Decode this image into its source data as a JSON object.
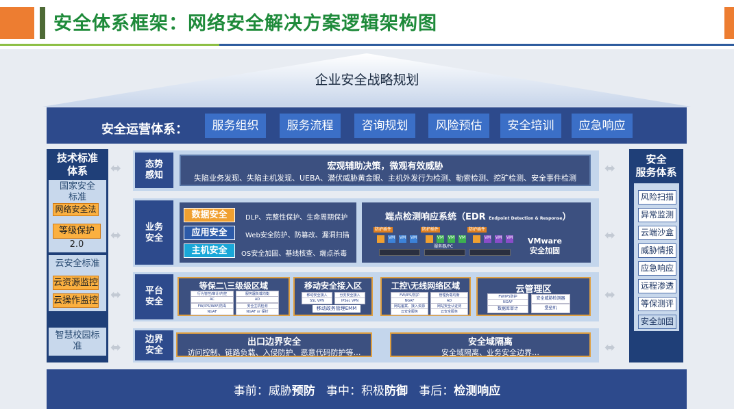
{
  "header": {
    "title": "安全体系框架：网络安全解决方案逻辑架构图",
    "colors": {
      "orange": "#ed7d31",
      "green": "#1e8a3a",
      "navy": "#2d4a8c"
    }
  },
  "roof": {
    "label": "企业安全战略规划"
  },
  "ops": {
    "label": "安全运营体系：",
    "items": [
      "服务组织",
      "服务流程",
      "咨询规划",
      "风险预估",
      "安全培训",
      "应急响应"
    ]
  },
  "left": {
    "title": "技术标准\n体系",
    "groups": [
      {
        "label": "国家安全\n标准",
        "badges": [
          "网络安全法",
          "等级保护2.0"
        ]
      },
      {
        "label": "云安全标准",
        "badges": [
          "云资源监控",
          "云操作监控"
        ]
      },
      {
        "label": "智慧校园标\n准",
        "badges": []
      }
    ]
  },
  "right": {
    "title": "安全\n服务体系",
    "items": [
      "风险扫描",
      "异常监测",
      "云端沙盒",
      "威胁情报",
      "应急响应",
      "远程渗透",
      "等保测评",
      "安全加固"
    ]
  },
  "rows": {
    "situation": {
      "label": "态势\n感知",
      "title": "宏观辅助决策，微观有效威胁",
      "desc": "失陷业务发现、失陷主机发现、UEBA、潜伏威胁黄金眼、主机外发行为检测、勒索检测、挖矿检测、安全事件检测"
    },
    "business": {
      "label": "业务\n安全",
      "tags": [
        {
          "name": "数据安全",
          "desc": "DLP、完整性保护、生命周期保护",
          "color": "#f0a030"
        },
        {
          "name": "应用安全",
          "desc": "Web安全防护、防篡改、漏洞扫描",
          "color": "#2c5aa8"
        },
        {
          "name": "主机安全",
          "desc": "OS安全加固、基线核查、端点杀毒",
          "color": "#1aa7d8"
        }
      ],
      "edr_title": "端点检测响应系统（EDR",
      "edr_sub": "Endpoint Detection & Response",
      "edr_close": "）",
      "shields": [
        "防护插件",
        "防护插件",
        "防护插件"
      ],
      "vm": "VM",
      "center": "服务器/PC",
      "vmware": "VMware\n安全加固"
    },
    "platform": {
      "label": "平台\n安全",
      "zones": [
        {
          "title": "等保二\\三级级区域",
          "cells": [
            "行为管控/审计/内控",
            "服务器负载均衡",
            "AC",
            "AD",
            "FW/IPS/WAF/防毒",
            "安全主机检测",
            "NGAF",
            "NGAF or 探针"
          ]
        },
        {
          "title": "移动安全接入区",
          "cells": [
            "移动安全接入",
            "分支安全接入",
            "SSL VPN",
            "IPSec VPN"
          ],
          "extra": "移动政务管理EMM"
        },
        {
          "title": "工控\\无线网络区域",
          "cells": [
            "FW/IPS/防护",
            "管理负载均衡",
            "NGAF",
            "AD",
            "网站备案、接入资源",
            "网站安全认证测",
            "云安全服务",
            "云安全服务"
          ]
        },
        {
          "title": "云管理区",
          "cells": [
            "FW/IPS防护",
            "NGAF",
            "安全威胁检测器",
            "数据库审计",
            "堡垒机"
          ]
        }
      ]
    },
    "boundary": {
      "label": "边界\n安全",
      "blocks": [
        {
          "title": "出口边界安全",
          "desc": "访问控制、链路负载、入侵防护、恶意代码防护等…"
        },
        {
          "title": "安全域隔离",
          "desc": "安全域隔离、业务安全边界…"
        }
      ]
    }
  },
  "bottom": {
    "pre": "事前：威胁",
    "pre_b": "预防",
    "mid": "事中：积极",
    "mid_b": "防御",
    "post": "事后：",
    "post_b": "检测响应"
  }
}
